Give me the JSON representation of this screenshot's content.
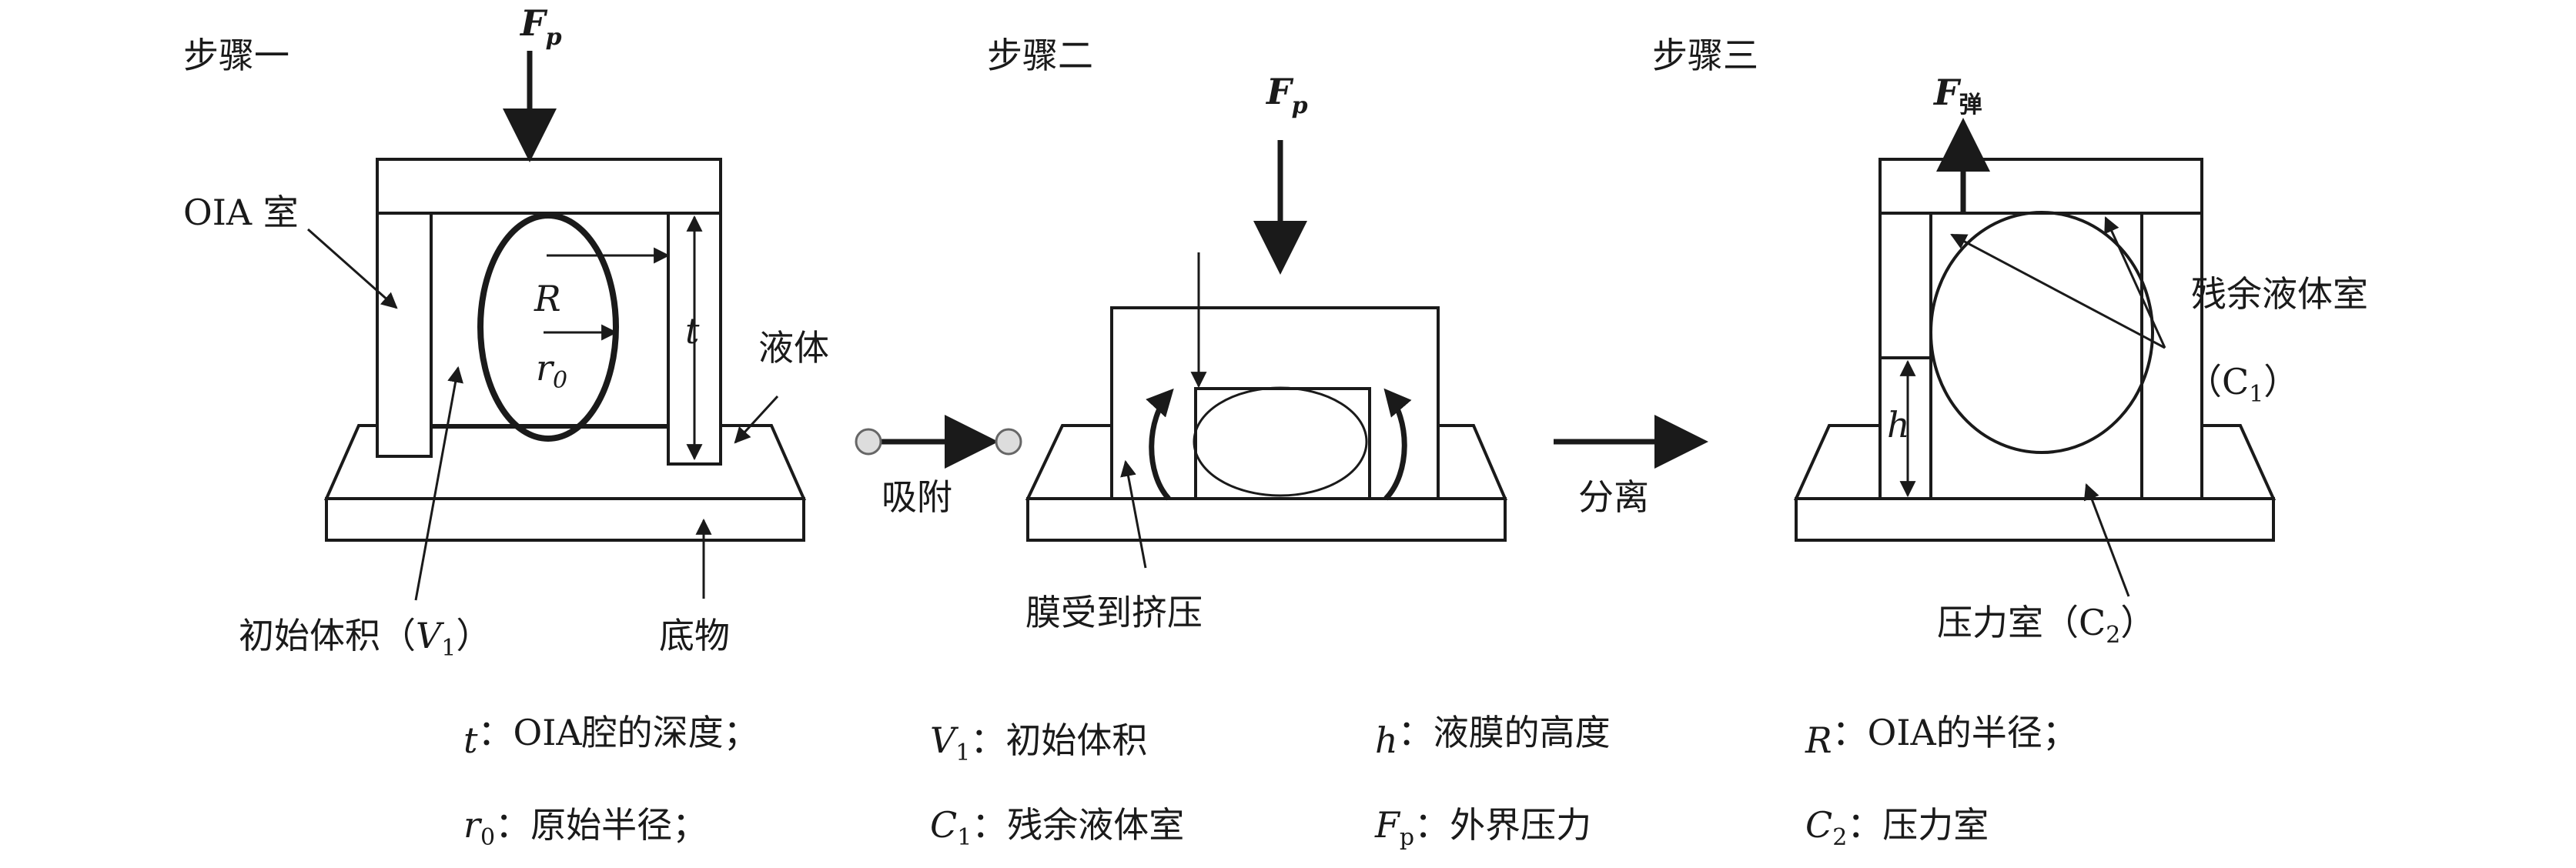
{
  "steps": {
    "step1": "步骤一",
    "step2": "步骤二",
    "step3": "步骤三"
  },
  "force_labels": {
    "fp_main": "F",
    "fp_sub": "p",
    "fspring_main": "F",
    "fspring_sub": "弹"
  },
  "step1_labels": {
    "oia_chamber": "OIA 室",
    "R": "R",
    "r0_main": "r",
    "r0_sub": "0",
    "t": "t",
    "liquid": "液体",
    "initial_volume_pre": "初始体积（",
    "initial_volume_var": "V",
    "initial_volume_sub": "1",
    "initial_volume_post": "）",
    "substrate": "底物"
  },
  "transitions": {
    "adsorb": "吸附",
    "separate": "分离"
  },
  "step2_labels": {
    "membrane_squeezed": "膜受到挤压"
  },
  "step3_labels": {
    "residual_chamber": "残余液体室",
    "c1_pre": "（C",
    "c1_sub": "1",
    "c1_post": "）",
    "h": "h",
    "pressure_chamber_pre": "压力室（C",
    "pressure_chamber_sub": "2",
    "pressure_chamber_post": "）"
  },
  "legend": {
    "row1": [
      {
        "sym": "t",
        "sub": "",
        "text": "：OIA腔的深度；"
      },
      {
        "sym": "V",
        "sub": "1",
        "text": "：初始体积"
      },
      {
        "sym": "h",
        "sub": "",
        "text": "：液膜的高度"
      },
      {
        "sym": "R",
        "sub": "",
        "text": "：OIA的半径；"
      }
    ],
    "row2": [
      {
        "sym": "r",
        "sub": "0",
        "text": "：原始半径；"
      },
      {
        "sym": "C",
        "sub": "1",
        "text": "：残余液体室"
      },
      {
        "sym": "F",
        "sub": "p",
        "text": "：外界压力"
      },
      {
        "sym": "C",
        "sub": "2",
        "text": "：压力室"
      }
    ]
  }
}
